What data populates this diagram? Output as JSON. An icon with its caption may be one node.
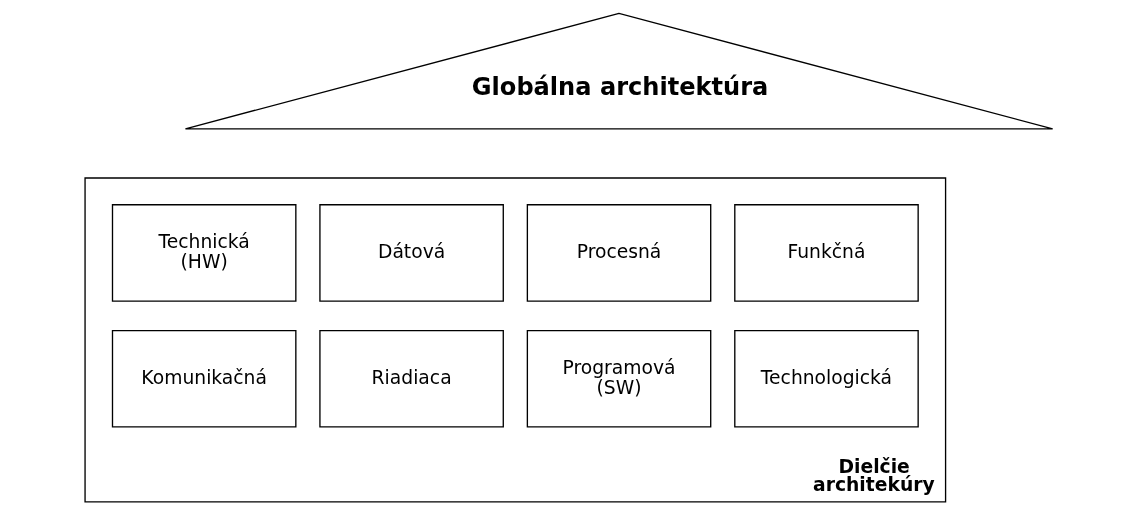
{
  "diagram": {
    "nodes": [
      {
        "text": [
          "Globálna architektúra"
        ]
      },
      {
        "text": [
          "Dielčie architekúry"
        ]
      },
      {
        "text": [
          "Funkčná"
        ],
        "in": 1
      },
      {
        "text": [
          "Procesná"
        ],
        "in": 1
      },
      {
        "text": [
          "Dátová"
        ],
        "in": 1
      },
      {
        "text": [
          "Technická (HW)"
        ],
        "in": 1
      },
      {
        "text": [
          "Technologická"
        ],
        "in": 1
      },
      {
        "text": [
          "Programová (SW)"
        ],
        "in": 1
      },
      {
        "text": [
          "Riadiaca"
        ],
        "in": 1
      },
      {
        "text": [
          "Komunikačná"
        ],
        "in": 1
      }
    ],
    "edges": []
  }
}
